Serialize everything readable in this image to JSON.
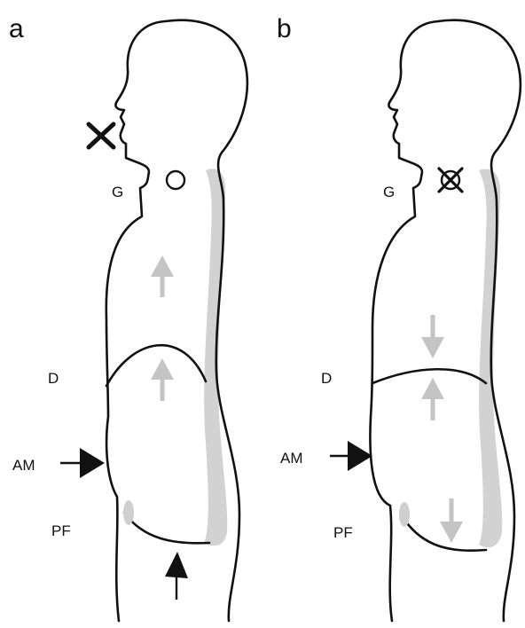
{
  "panels": [
    {
      "label": "a",
      "labels": {
        "glottis": "G",
        "diaphragm": "D",
        "abdominal_muscles": "AM",
        "pelvic_floor": "PF"
      }
    },
    {
      "label": "b",
      "labels": {
        "glottis": "G",
        "diaphragm": "D",
        "abdominal_muscles": "AM",
        "pelvic_floor": "PF"
      }
    }
  ],
  "colors": {
    "outline": "#111111",
    "spine": "#d2d2d2",
    "grey_arrow": "#c4c4c4",
    "black_arrow": "#111111"
  }
}
